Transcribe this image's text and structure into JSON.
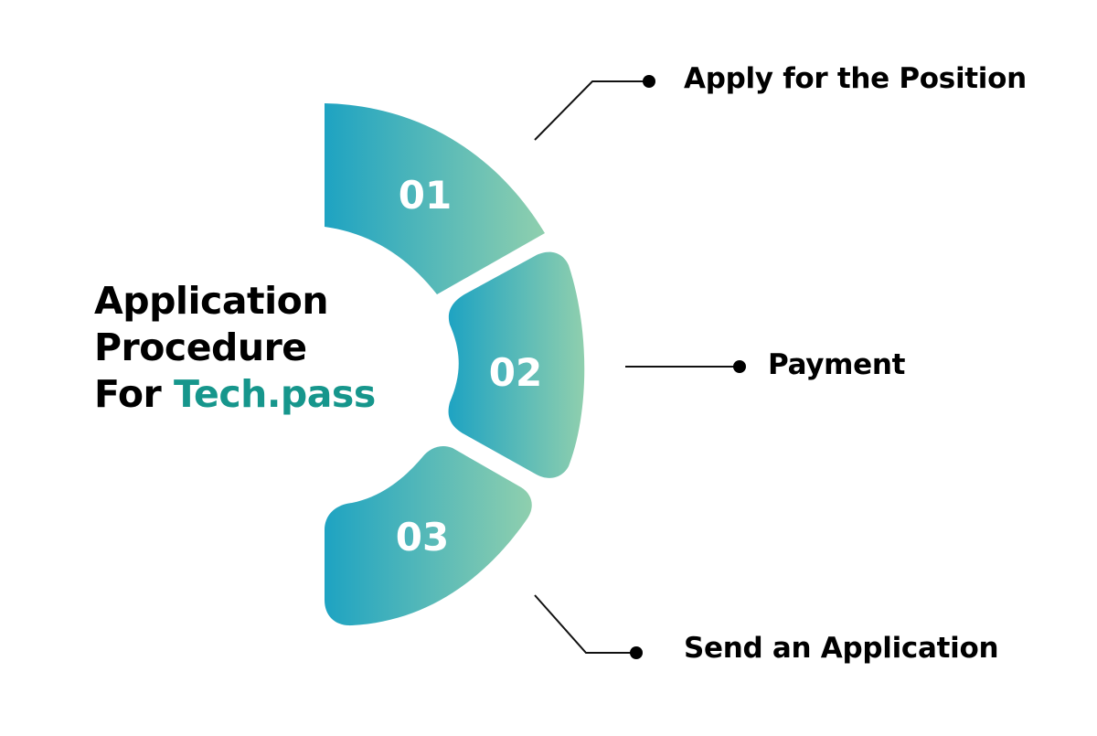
{
  "title": {
    "line1": "Application",
    "line2": "Procedure",
    "line3_prefix": "For ",
    "line3_accent": "Tech.pass",
    "accent_color": "#16968c"
  },
  "steps": [
    {
      "number": "01",
      "label": "Apply for the Position"
    },
    {
      "number": "02",
      "label": "Payment"
    },
    {
      "number": "03",
      "label": "Send an Application"
    }
  ],
  "colors": {
    "gradient_start": "#1ea3c2",
    "gradient_end": "#8fcfae",
    "text": "#000000",
    "background": "#ffffff"
  }
}
